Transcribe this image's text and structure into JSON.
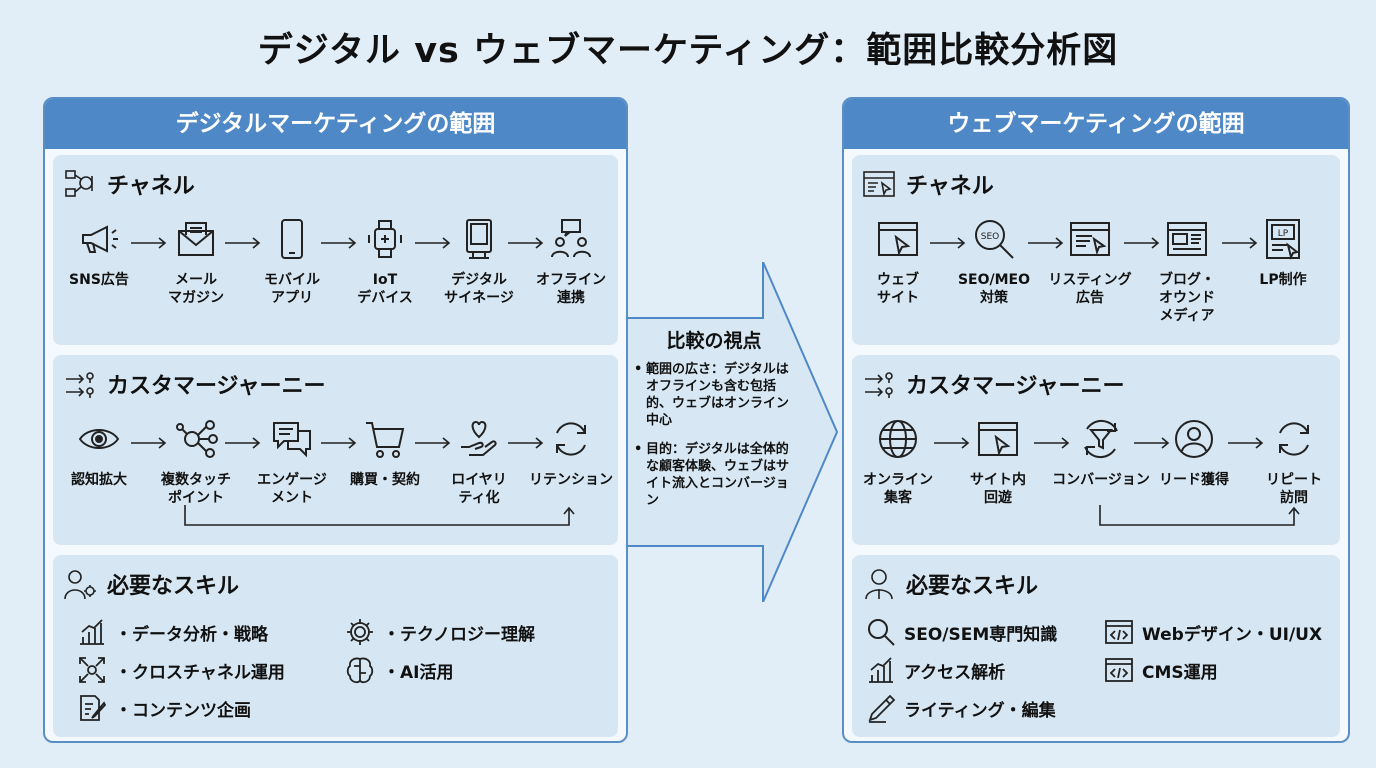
{
  "title": "デジタル vs ウェブマーケティング：範囲比較分析図",
  "left": {
    "header": "デジタルマーケティングの範囲",
    "channel": {
      "title": "チャネル",
      "steps": [
        {
          "label": "SNS広告",
          "icon": "megaphone-icon"
        },
        {
          "label": "メール\nマガジン",
          "icon": "envelope-icon"
        },
        {
          "label": "モバイル\nアプリ",
          "icon": "smartphone-icon"
        },
        {
          "label": "IoT\nデバイス",
          "icon": "smartwatch-icon"
        },
        {
          "label": "デジタル\nサイネージ",
          "icon": "signage-icon"
        },
        {
          "label": "オフライン\n連携",
          "icon": "people-chat-icon"
        }
      ]
    },
    "journey": {
      "title": "カスタマージャーニー",
      "steps": [
        {
          "label": "認知拡大",
          "icon": "eye-icon"
        },
        {
          "label": "複数タッチ\nポイント",
          "icon": "network-icon"
        },
        {
          "label": "エンゲージ\nメント",
          "icon": "chat-bubbles-icon"
        },
        {
          "label": "購買・契約",
          "icon": "cart-icon"
        },
        {
          "label": "ロイヤリ\nティ化",
          "icon": "heart-hand-icon"
        },
        {
          "label": "リテンション",
          "icon": "refresh-icon"
        }
      ]
    },
    "skills": {
      "title": "必要なスキル",
      "items": [
        {
          "label": "・データ分析・戦略",
          "icon": "bar-chart-icon"
        },
        {
          "label": "・テクノロジー理解",
          "icon": "gear-icon"
        },
        {
          "label": "・クロスチャネル運用",
          "icon": "cross-channel-icon"
        },
        {
          "label": "・AI活用",
          "icon": "brain-icon"
        },
        {
          "label": "・コンテンツ企画",
          "icon": "document-pen-icon"
        }
      ]
    }
  },
  "right": {
    "header": "ウェブマーケティングの範囲",
    "channel": {
      "title": "チャネル",
      "steps": [
        {
          "label": "ウェブ\nサイト",
          "icon": "browser-cursor-icon"
        },
        {
          "label": "SEO/MEO\n対策",
          "icon": "seo-magnifier-icon"
        },
        {
          "label": "リスティング\n広告",
          "icon": "ad-listing-icon"
        },
        {
          "label": "ブログ・\nオウンド\nメディア",
          "icon": "blog-icon"
        },
        {
          "label": "LP制作",
          "icon": "lp-icon"
        }
      ]
    },
    "journey": {
      "title": "カスタマージャーニー",
      "steps": [
        {
          "label": "オンライン\n集客",
          "icon": "globe-icon"
        },
        {
          "label": "サイト内\n回遊",
          "icon": "browser-cursor-icon"
        },
        {
          "label": "コンバージョン",
          "icon": "funnel-icon"
        },
        {
          "label": "リード獲得",
          "icon": "user-circle-icon"
        },
        {
          "label": "リピート\n訪問",
          "icon": "refresh-icon"
        }
      ]
    },
    "skills": {
      "title": "必要なスキル",
      "items": [
        {
          "label": "SEO/SEM専門知識",
          "icon": "magnifier-icon"
        },
        {
          "label": "Webデザイン・UI/UX",
          "icon": "code-window-icon"
        },
        {
          "label": "アクセス解析",
          "icon": "bar-chart-icon"
        },
        {
          "label": "CMS運用",
          "icon": "code-window-icon"
        },
        {
          "label": "ライティング・編集",
          "icon": "pen-icon"
        }
      ]
    }
  },
  "compare": {
    "title": "比較の視点",
    "items": [
      "範囲の広さ：デジタルはオフラインも含む包括的、ウェブはオンライン中心",
      "目的：デジタルは全体的な顧客体験、ウェブはサイト流入とコンバージョン"
    ]
  },
  "colors": {
    "header": "#4f88c6",
    "section": "#d6e6f2",
    "background": "#e1eef7"
  }
}
